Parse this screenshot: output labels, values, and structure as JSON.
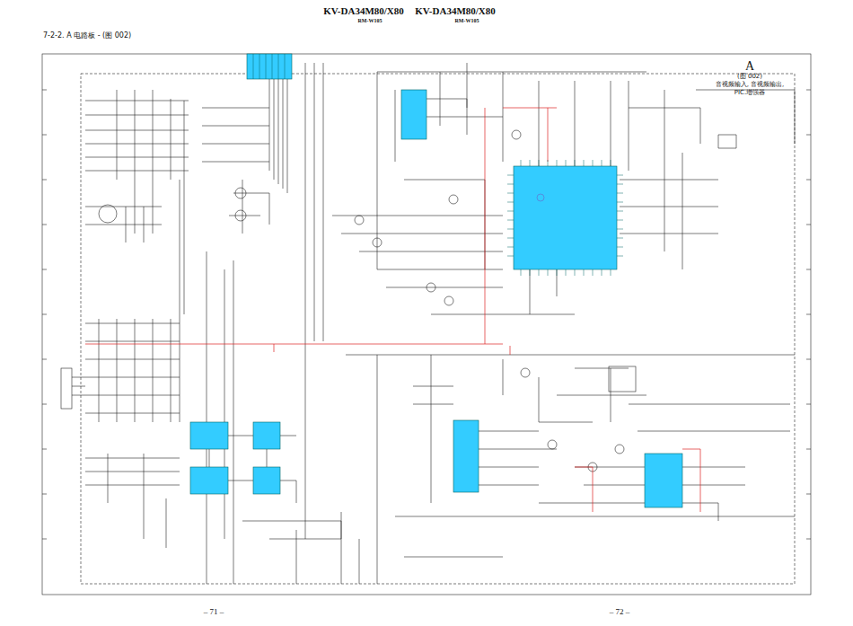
{
  "diagram": {
    "title": "7-2-2. A 电路板 - (图 002)",
    "labels": [
      "KV-DA34M80/X80",
      "RM-W105",
      "KV-DA34M80/X80",
      "RM-W105",
      "A",
      "(图 002)",
      "音视频输入, 音视频输出,",
      "PIC.增强器",
      "– 71 –",
      "– 72 –"
    ]
  }
}
